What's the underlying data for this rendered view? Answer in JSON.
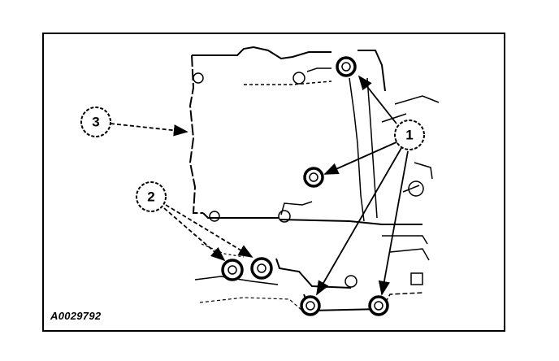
{
  "figure": {
    "id": "A0029792",
    "callouts": [
      {
        "number": "1"
      },
      {
        "number": "2"
      },
      {
        "number": "3"
      }
    ]
  },
  "colors": {
    "line": "#000000",
    "background": "#ffffff"
  }
}
